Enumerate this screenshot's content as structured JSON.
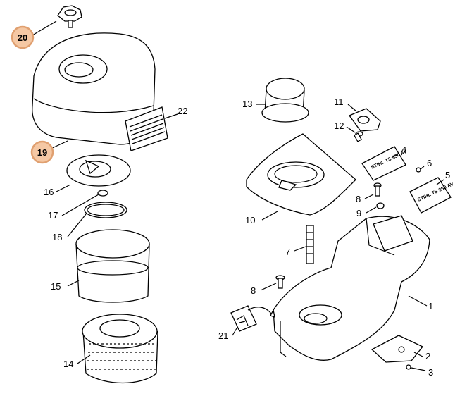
{
  "diagram": {
    "callouts": [
      {
        "id": "c1",
        "label": "1"
      },
      {
        "id": "c2",
        "label": "2"
      },
      {
        "id": "c3",
        "label": "3"
      },
      {
        "id": "c4",
        "label": "4"
      },
      {
        "id": "c5",
        "label": "5"
      },
      {
        "id": "c6",
        "label": "6"
      },
      {
        "id": "c7",
        "label": "7"
      },
      {
        "id": "c8a",
        "label": "8"
      },
      {
        "id": "c8b",
        "label": "8"
      },
      {
        "id": "c9",
        "label": "9"
      },
      {
        "id": "c10",
        "label": "10"
      },
      {
        "id": "c11",
        "label": "11"
      },
      {
        "id": "c12",
        "label": "12"
      },
      {
        "id": "c13",
        "label": "13"
      },
      {
        "id": "c14",
        "label": "14"
      },
      {
        "id": "c15",
        "label": "15"
      },
      {
        "id": "c16",
        "label": "16"
      },
      {
        "id": "c17",
        "label": "17"
      },
      {
        "id": "c18",
        "label": "18"
      },
      {
        "id": "c21",
        "label": "21"
      },
      {
        "id": "c22",
        "label": "22"
      }
    ],
    "highlighted": [
      {
        "id": "h19",
        "label": "19"
      },
      {
        "id": "h20",
        "label": "20"
      }
    ],
    "decal_text": "STIHL TS 350 AV",
    "colors": {
      "highlight_fill": "#f5c8a4",
      "highlight_stroke": "#e0a070"
    }
  }
}
